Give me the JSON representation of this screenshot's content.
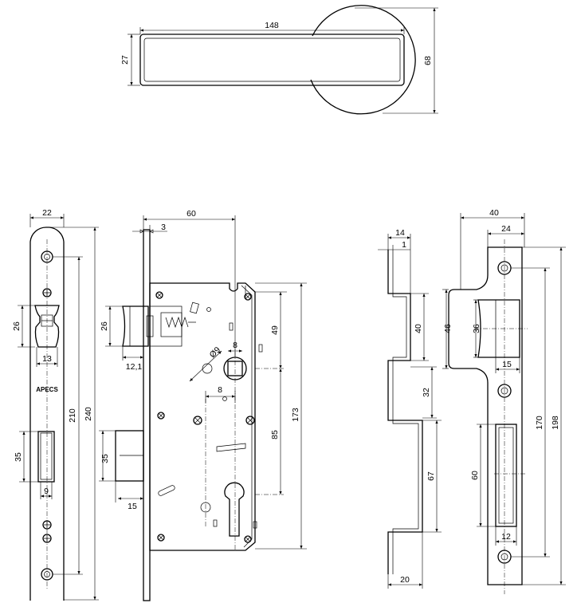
{
  "brand": "APECS",
  "handle": {
    "length": "148",
    "height": "27",
    "rose_height": "68"
  },
  "faceplate": {
    "width": "22",
    "bolt_height": "26",
    "bolt_width": "13",
    "hole_spacing": "210",
    "length": "240",
    "latch_window": "35",
    "latch_width": "9"
  },
  "body": {
    "backset": "60",
    "plate_thickness": "3",
    "bolt_height": "26",
    "bolt_throw": "12,1",
    "spindle_square": "8",
    "spindle_dia": "Ø9",
    "centre_offset": "8",
    "upper_dim": "49",
    "centre_distance": "85",
    "overall_height": "173",
    "latch_height": "35",
    "latch_throw": "15"
  },
  "strike_side": {
    "depth": "14",
    "thickness": "1",
    "upper_pocket": "40",
    "gap": "32",
    "lower_pocket": "67",
    "bottom_width": "20"
  },
  "strike_plate": {
    "width": "40",
    "inner_width": "24",
    "lip_height": "46",
    "upper_window": "36",
    "upper_window_width": "15",
    "lower_window": "60",
    "lower_window_width": "12",
    "hole_spacing": "170",
    "length": "198"
  }
}
